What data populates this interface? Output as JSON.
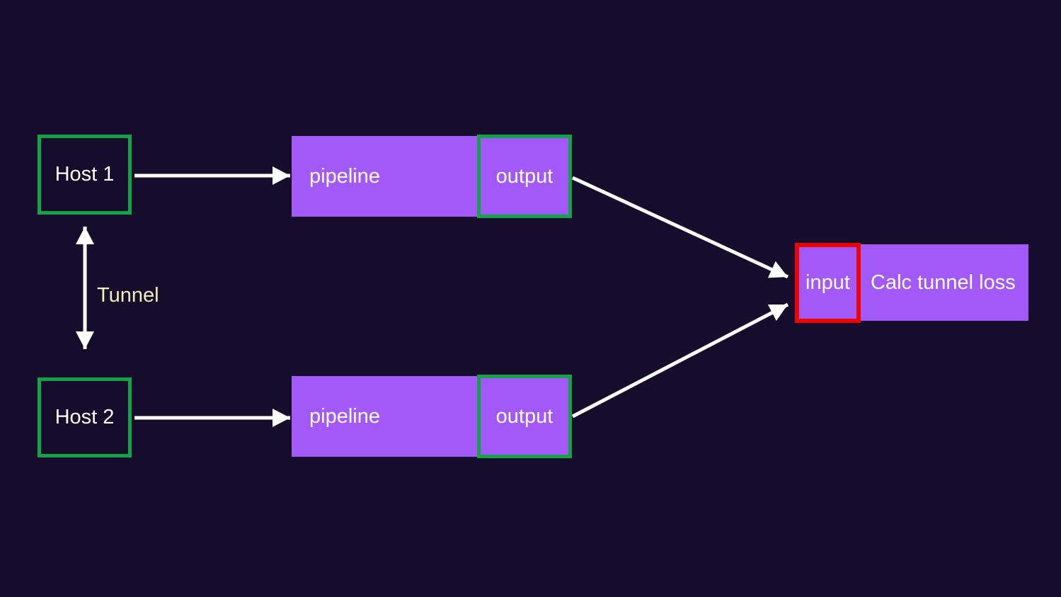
{
  "diagram": {
    "background_color": "#150d2b",
    "colors": {
      "node_fill_purple": "#a259f7",
      "host_border_green": "#12a349",
      "output_border_green": "#12a349",
      "input_border_red": "#ee0202",
      "arrow_white": "#ffffff",
      "label_white": "#ffffff",
      "tunnel_label_yellow": "#f2eeba"
    },
    "nodes": {
      "host1": {
        "label": "Host 1"
      },
      "host2": {
        "label": "Host 2"
      },
      "pipeline1": {
        "label": "pipeline"
      },
      "output1": {
        "label": "output"
      },
      "pipeline2": {
        "label": "pipeline"
      },
      "output2": {
        "label": "output"
      },
      "input": {
        "label": "input"
      },
      "calc": {
        "label": "Calc tunnel loss"
      }
    },
    "edges": {
      "tunnel": {
        "label": "Tunnel",
        "type": "double-headed-vertical",
        "from": "host1",
        "to": "host2"
      },
      "host1_to_pipeline1": {
        "type": "arrow",
        "from": "host1",
        "to": "pipeline1"
      },
      "host2_to_pipeline2": {
        "type": "arrow",
        "from": "host2",
        "to": "pipeline2"
      },
      "output1_to_input": {
        "type": "arrow",
        "from": "output1",
        "to": "input"
      },
      "output2_to_input": {
        "type": "arrow",
        "from": "output2",
        "to": "input"
      }
    }
  }
}
